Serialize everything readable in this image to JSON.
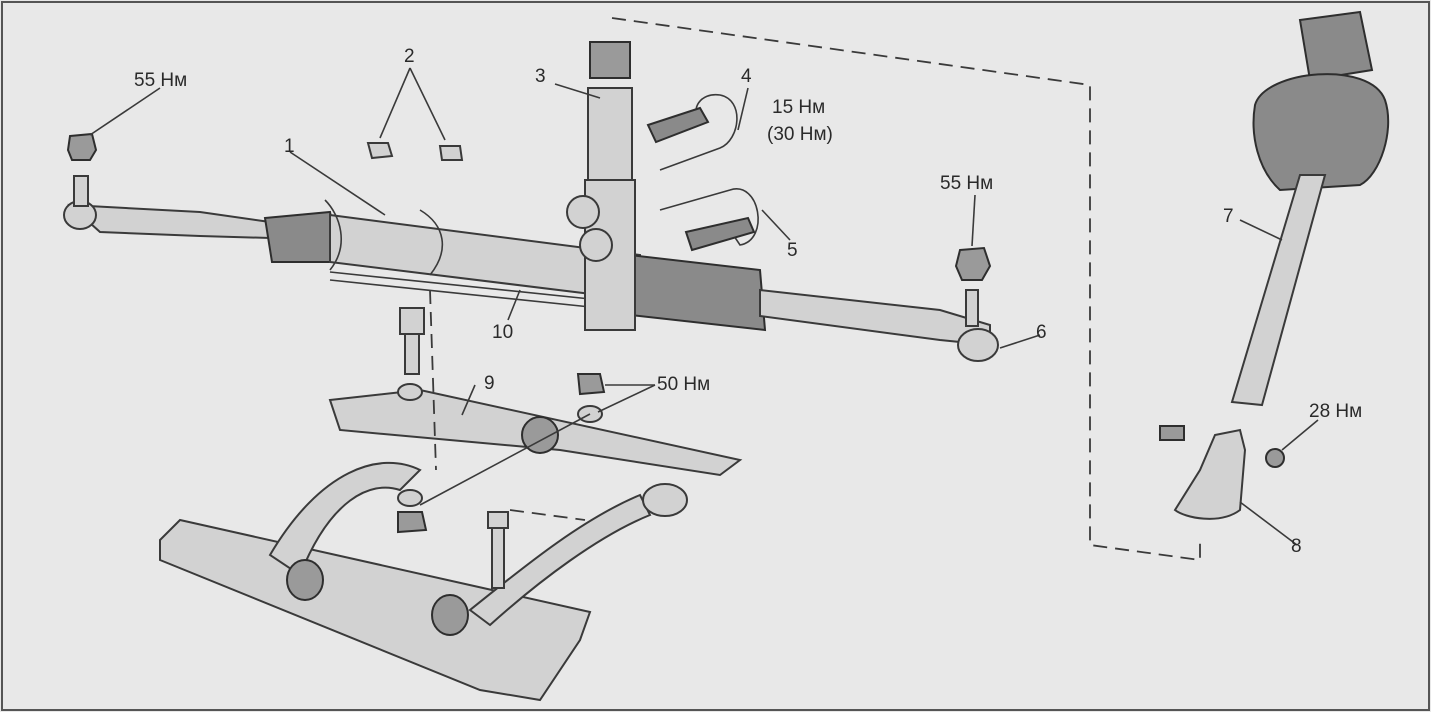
{
  "callouts": {
    "c1": "1",
    "c2": "2",
    "c3": "3",
    "c4": "4",
    "c5": "5",
    "c6": "6",
    "c7": "7",
    "c8": "8",
    "c9": "9",
    "c10": "10",
    "t_55_left": "55 Нм",
    "t_55_right": "55 Нм",
    "t_15": "15 Нм",
    "t_30": "(30 Нм)",
    "t_50": "50 Нм",
    "t_28": "28 Нм"
  }
}
